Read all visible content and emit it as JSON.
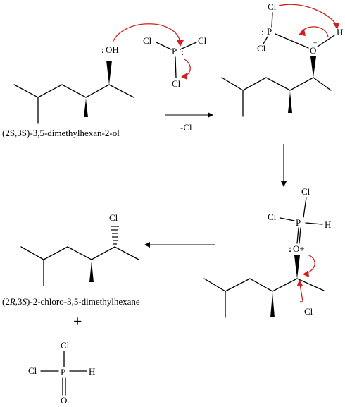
{
  "atoms": {
    "cl": "Cl",
    "p": "P",
    "h": "H",
    "oh": "OH",
    "o": "O",
    "o_plus": "O+",
    "plus": "+",
    "minus": "–"
  },
  "labels": {
    "reactant_name": "(2S,3S)-3,5-dimethylhexan-2-ol",
    "step_label": "-Cl",
    "product_name_prefix": "(2",
    "product_name_r": "R",
    "product_name_comma": ",3",
    "product_name_s": "S",
    "product_name_suffix": ")-2-chloro-3,5-dimethylhexane",
    "plus_sign": "+"
  },
  "colors": {
    "arrow_red": "#d21e1e",
    "ink": "#000000"
  }
}
